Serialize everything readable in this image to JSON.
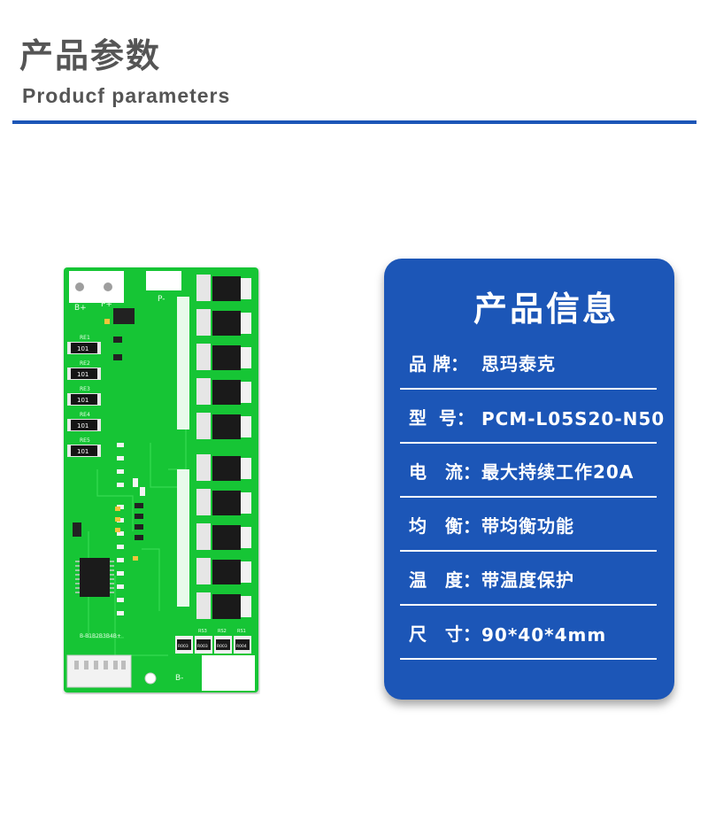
{
  "header": {
    "title_cn": "产品参数",
    "title_en": "Producf  parameters",
    "rule_color": "#1c56b7"
  },
  "product_image": {
    "board_color": "#13c534",
    "labels": {
      "b_plus": "B+",
      "p_plus": "P+",
      "p_minus": "P-",
      "b_minus": "B-",
      "resistors": [
        "RE1",
        "RE2",
        "RE3",
        "RE4",
        "RE5"
      ],
      "resistor_value": "101",
      "shunts": [
        "R003",
        "R003",
        "R003",
        "R004"
      ],
      "shunt_labels": [
        "RS3",
        "RS2",
        "RS1"
      ],
      "connector_label": "B-B1B2B3B4B+"
    }
  },
  "info_card": {
    "background": "#1c56b7",
    "title": "产品信息",
    "rows": [
      {
        "label": "品 牌：",
        "value": "思玛泰克"
      },
      {
        "label": "型  号：",
        "value": "PCM-L05S20-N50"
      },
      {
        "label": "电   流：",
        "value": "最大持续工作20A"
      },
      {
        "label": "均   衡：",
        "value": "带均衡功能"
      },
      {
        "label": "温   度：",
        "value": "带温度保护"
      },
      {
        "label": "尺   寸：",
        "value": "90*40*4mm"
      }
    ]
  }
}
